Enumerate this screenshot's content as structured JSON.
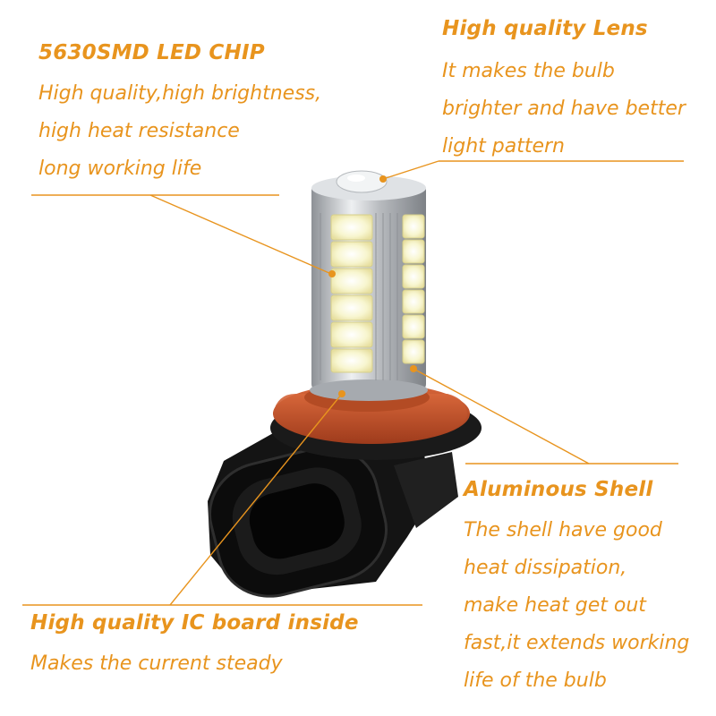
{
  "colors": {
    "callout_text": "#e8941e",
    "leader_line": "#e8941e",
    "socket_red": "#c8532a",
    "plastic_black": "#141414",
    "aluminum": "#c9ccd0",
    "led_yellow": "#f7f3c2"
  },
  "callouts": {
    "chip": {
      "title": "5630SMD LED CHIP",
      "lines": [
        "High quality,high brightness,",
        "high heat resistance",
        "long working life"
      ]
    },
    "lens": {
      "title": "High quality Lens",
      "lines": [
        "It makes the bulb",
        "brighter and have better",
        "light pattern"
      ]
    },
    "shell": {
      "title": "Aluminous Shell",
      "lines": [
        "The shell have good",
        "heat dissipation,",
        "make heat get out",
        "fast,it extends working",
        "life of the bulb"
      ]
    },
    "ic": {
      "title": "High quality IC board inside",
      "lines": [
        "Makes the current steady"
      ]
    }
  }
}
